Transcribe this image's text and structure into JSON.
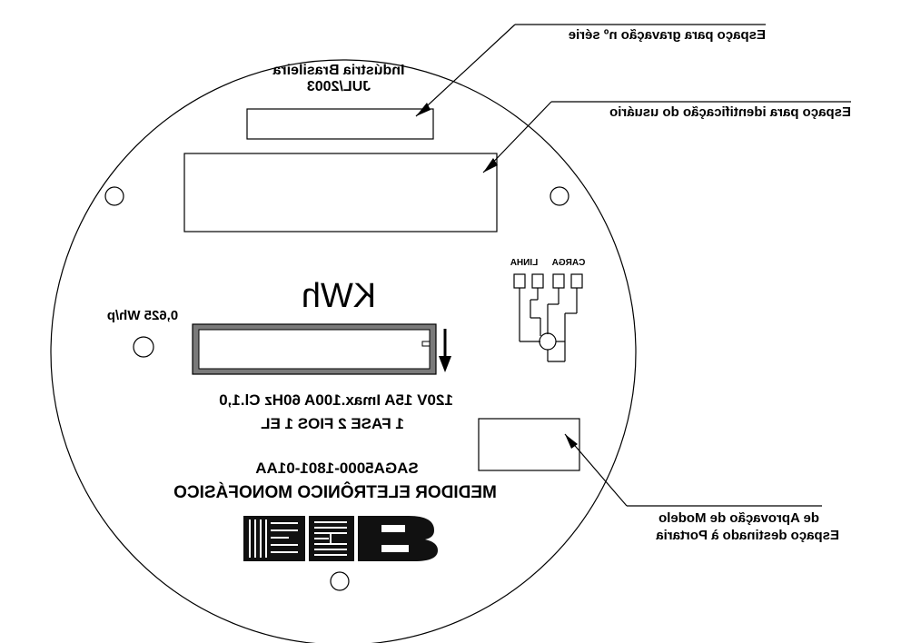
{
  "serial_space_note": "Espaço para gravação nº série",
  "user_id_space_note": "Espaço para identificação do usuário",
  "model_approval_note_line1": "de Aprovação de Modelo",
  "model_approval_note_line2": "Espaço destinado à Portaria",
  "origin": "Indústria Brasileira",
  "date": "JUL/2003",
  "unit": "KWh",
  "constant": "0,625 Wh/p",
  "terminal_line": "LINHA",
  "terminal_load": "CARGA",
  "ratings": "120V 15A Imax.100A 60Hz Cl.1,0",
  "phase_info": "1 FASE 2 FIOS 1 EL",
  "model_code": "SAGA5000-1801-01AA",
  "device_title": "MEDIDOR ELETRÔNICO MONOFÁSICO",
  "logo_name": "brand-logo",
  "colors": {
    "line": "#000000",
    "display_frame": "#7a7a7a",
    "logo": "#111111"
  }
}
